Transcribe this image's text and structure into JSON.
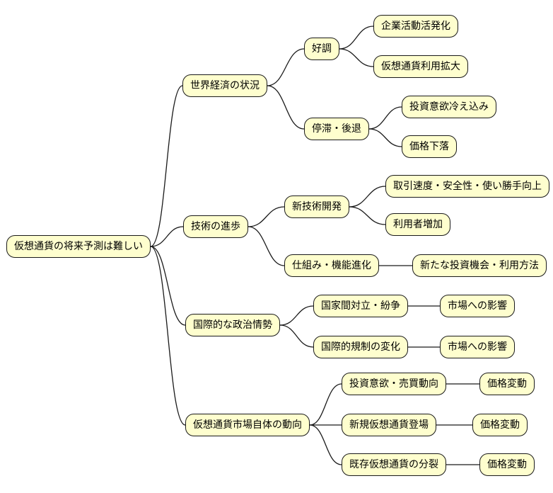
{
  "diagram": {
    "type": "mindmap",
    "colors": {
      "background": "#ffffff",
      "node_fill": "#fefece",
      "node_border": "#1a1a1a",
      "edge": "#1a1a1a"
    },
    "root": {
      "label": "仮想通貨の将来予測は難しい",
      "children": [
        {
          "label": "世界経済の状況",
          "children": [
            {
              "label": "好調",
              "children": [
                {
                  "label": "企業活動活発化",
                  "children": []
                },
                {
                  "label": "仮想通貨利用拡大",
                  "children": []
                }
              ]
            },
            {
              "label": "停滞・後退",
              "children": [
                {
                  "label": "投資意欲冷え込み",
                  "children": []
                },
                {
                  "label": "価格下落",
                  "children": []
                }
              ]
            }
          ]
        },
        {
          "label": "技術の進歩",
          "children": [
            {
              "label": "新技術開発",
              "children": [
                {
                  "label": "取引速度・安全性・使い勝手向上",
                  "children": []
                },
                {
                  "label": "利用者増加",
                  "children": []
                }
              ]
            },
            {
              "label": "仕組み・機能進化",
              "children": [
                {
                  "label": "新たな投資機会・利用方法",
                  "children": []
                }
              ]
            }
          ]
        },
        {
          "label": "国際的な政治情勢",
          "children": [
            {
              "label": "国家間対立・紛争",
              "children": [
                {
                  "label": "市場への影響",
                  "children": []
                }
              ]
            },
            {
              "label": "国際的規制の変化",
              "children": [
                {
                  "label": "市場への影響",
                  "children": []
                }
              ]
            }
          ]
        },
        {
          "label": "仮想通貨市場自体の動向",
          "children": [
            {
              "label": "投資意欲・売買動向",
              "children": [
                {
                  "label": "価格変動",
                  "children": []
                }
              ]
            },
            {
              "label": "新規仮想通貨登場",
              "children": [
                {
                  "label": "価格変動",
                  "children": []
                }
              ]
            },
            {
              "label": "既存仮想通貨の分裂",
              "children": [
                {
                  "label": "価格変動",
                  "children": []
                }
              ]
            }
          ]
        }
      ]
    }
  }
}
